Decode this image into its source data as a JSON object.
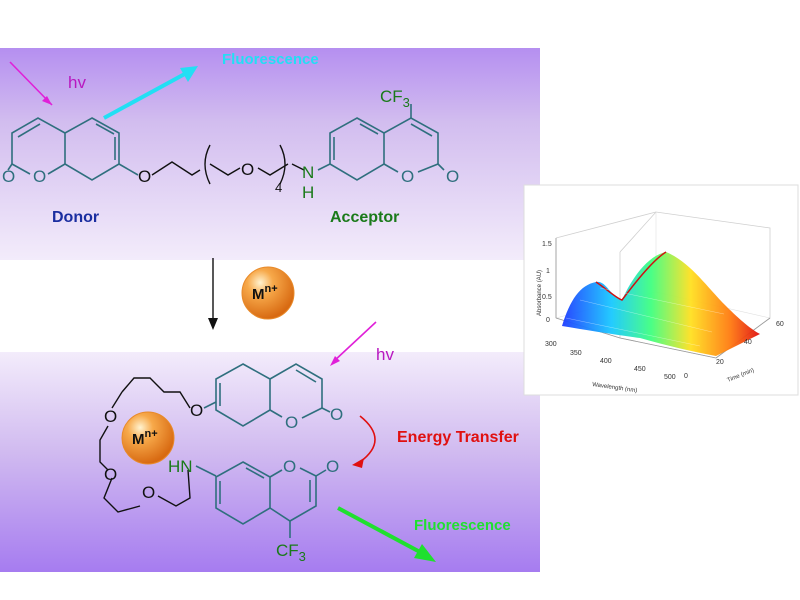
{
  "top_panel": {
    "hv": "hv",
    "fluorescence": "Fluorescence",
    "donor": "Donor",
    "acceptor": "Acceptor",
    "cf3": "CF3",
    "nh": "NH",
    "repeat_subscript": "4",
    "atoms": {
      "o": "O",
      "n": "N",
      "h": "H"
    }
  },
  "metal_ion": {
    "symbol": "M",
    "charge": "n+"
  },
  "bottom_panel": {
    "hv": "hv",
    "energy_transfer": "Energy Transfer",
    "fluorescence": "Fluorescence",
    "hn": "HN",
    "cf3": "CF3",
    "atoms": {
      "o": "O"
    }
  },
  "inset_chart": {
    "type": "surface3d",
    "zlabel": "Absorbance (AU)",
    "xlabel": "Wavelength (nm)",
    "ylabel": "Time (min)",
    "z_ticks": [
      "0",
      "0.5",
      "1",
      "1.5"
    ],
    "x_ticks": [
      "300",
      "350",
      "400",
      "450",
      "500"
    ],
    "y_ticks": [
      "0",
      "20",
      "40",
      "60"
    ]
  },
  "colors": {
    "panel_gradient_top": "#cfb4ee",
    "panel_gradient_bottom": "#a87ef0",
    "fluorescence_top": "#22dff4",
    "fluorescence_bottom": "#1fe02f",
    "hv_arrow": "#e020d8",
    "donor_label": "#1b2ea0",
    "acceptor_label": "#1a7a1a",
    "energy_transfer": "#e01010",
    "bond": "#2f6f7e"
  }
}
